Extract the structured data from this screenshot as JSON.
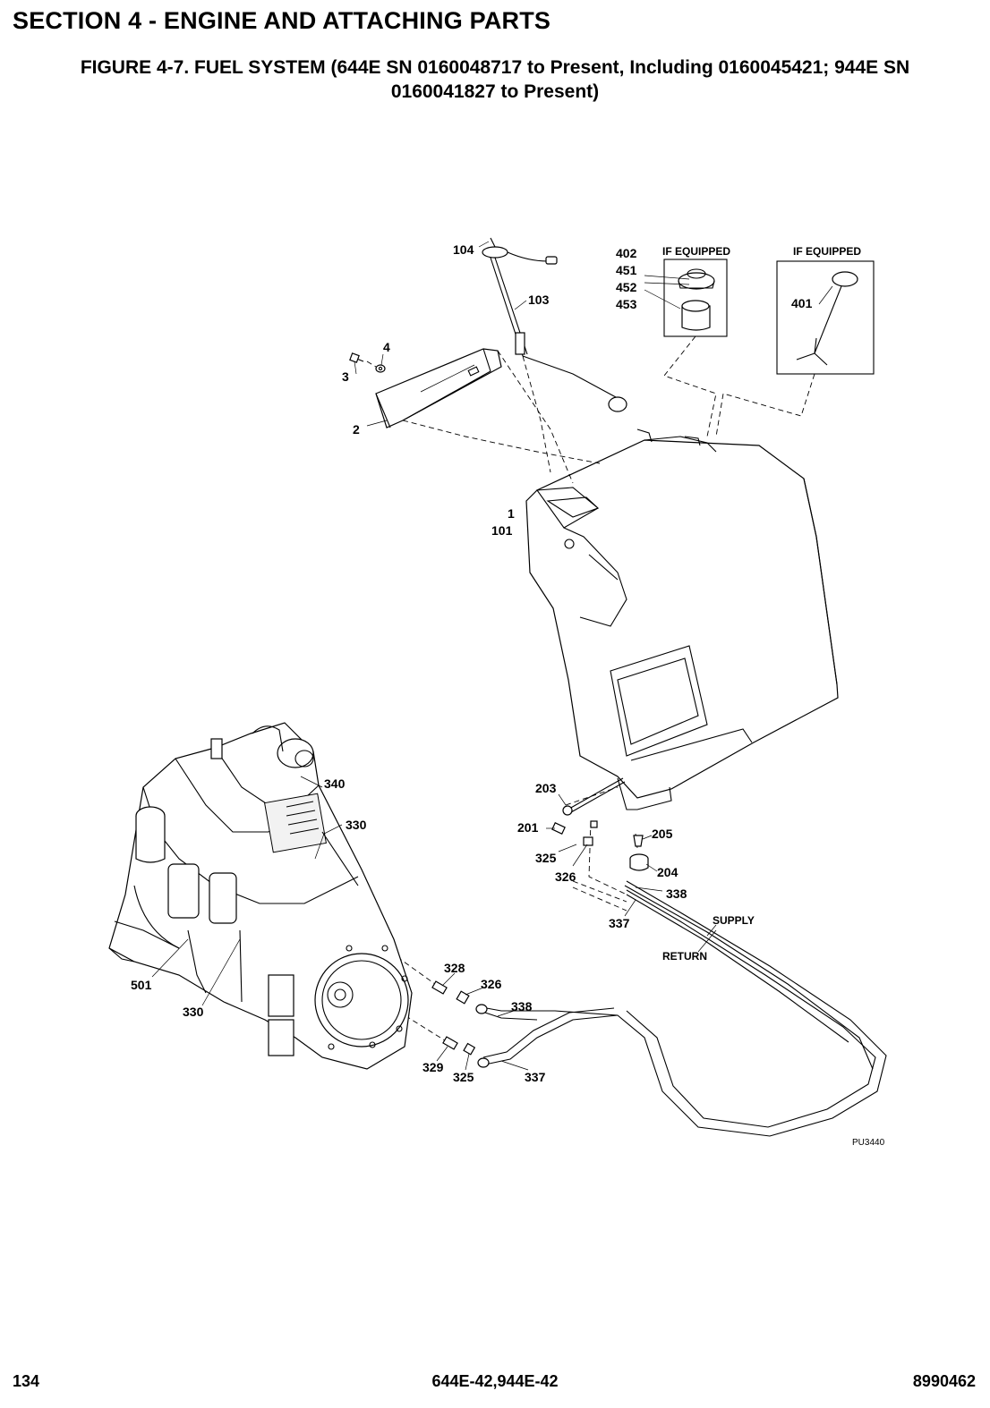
{
  "header": {
    "section_title": "SECTION 4 - ENGINE AND ATTACHING PARTS",
    "figure_title_line1": "FIGURE 4-7. FUEL SYSTEM (644E SN 0160048717 to Present, Including 0160045421; 944E SN",
    "figure_title_line2": "0160041827 to Present)"
  },
  "diagram": {
    "notes": {
      "if_equipped_1": "IF EQUIPPED",
      "if_equipped_2": "IF EQUIPPED",
      "supply": "SUPPLY",
      "return": "RETURN",
      "drawing_number": "PU3440"
    },
    "callouts": {
      "c104": "104",
      "c103": "103",
      "c402": "402",
      "c451": "451",
      "c452": "452",
      "c453": "453",
      "c401": "401",
      "c4": "4",
      "c3": "3",
      "c2": "2",
      "c1": "1",
      "c101": "101",
      "c340": "340",
      "c330a": "330",
      "c330b": "330",
      "c501": "501",
      "c203": "203",
      "c201": "201",
      "c205": "205",
      "c204": "204",
      "c325a": "325",
      "c326a": "326",
      "c338a": "338",
      "c337a": "337",
      "c328": "328",
      "c326b": "326",
      "c338b": "338",
      "c329": "329",
      "c325b": "325",
      "c337b": "337"
    }
  },
  "footer": {
    "page_number": "134",
    "model": "644E-42,944E-42",
    "doc_number": "8990462"
  }
}
